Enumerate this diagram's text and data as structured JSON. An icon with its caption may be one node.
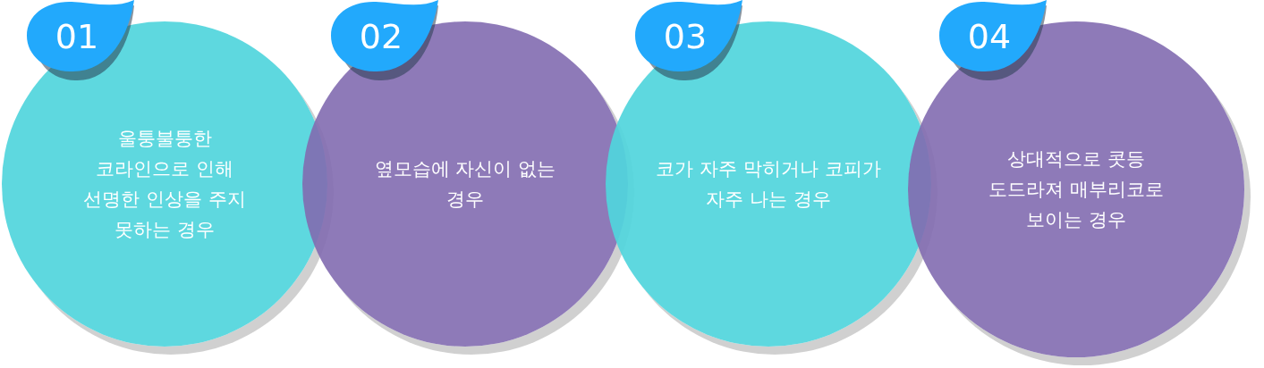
{
  "diagram": {
    "nodes": [
      {
        "text": [
          "01"
        ]
      },
      {
        "text": [
          "울퉁불퉁한 코라인으로 인해 선명한 인상을 주지 못하는 경우"
        ]
      },
      {
        "text": [
          "02"
        ]
      },
      {
        "text": [
          "옆모습에 자신이 없는 경우"
        ]
      },
      {
        "text": [
          "03"
        ]
      },
      {
        "text": [
          "코가 자주 막히거나 코피가 자주 나는 경우"
        ]
      },
      {
        "text": [
          "04"
        ]
      },
      {
        "text": [
          "상대적으로 콧등 도드라져 매부리코로 보이는 경우"
        ]
      }
    ],
    "edges": []
  }
}
